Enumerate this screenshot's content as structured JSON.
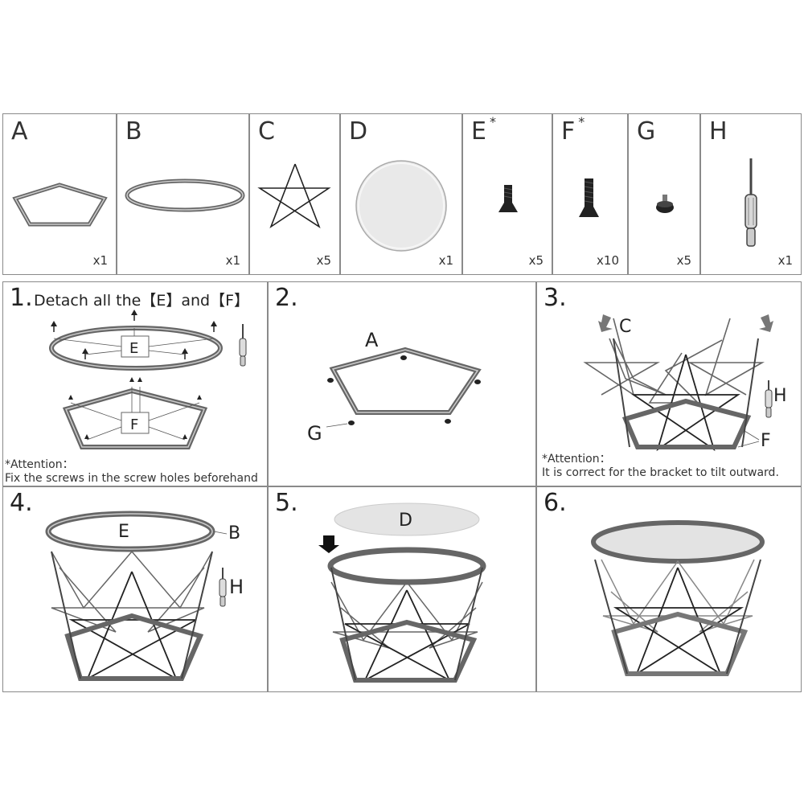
{
  "parts": [
    {
      "letter": "A",
      "star": "",
      "qty": "x1"
    },
    {
      "letter": "B",
      "star": "",
      "qty": "x1"
    },
    {
      "letter": "C",
      "star": "",
      "qty": "x5"
    },
    {
      "letter": "D",
      "star": "",
      "qty": "x1"
    },
    {
      "letter": "E",
      "star": "*",
      "qty": "x5"
    },
    {
      "letter": "F",
      "star": "*",
      "qty": "x10"
    },
    {
      "letter": "G",
      "star": "",
      "qty": "x5"
    },
    {
      "letter": "H",
      "star": "",
      "qty": "x1"
    }
  ],
  "steps": {
    "s1": {
      "num": "1.",
      "title": "Detach all the【E】and【F】",
      "label_e": "E",
      "label_f": "F",
      "note_1": "*Attention：",
      "note_2": " Fix the screws in the screw holes beforehand"
    },
    "s2": {
      "num": "2.",
      "label_a": "A",
      "label_g": "G"
    },
    "s3": {
      "num": "3.",
      "label_c": "C",
      "label_h": "H",
      "label_f": "F",
      "note_1": "*Attention：",
      "note_2": " It is correct for the bracket to tilt outward."
    },
    "s4": {
      "num": "4.",
      "label_e": "E",
      "label_b": "B",
      "label_h": "H"
    },
    "s5": {
      "num": "5.",
      "label_d": "D"
    },
    "s6": {
      "num": "6."
    }
  }
}
